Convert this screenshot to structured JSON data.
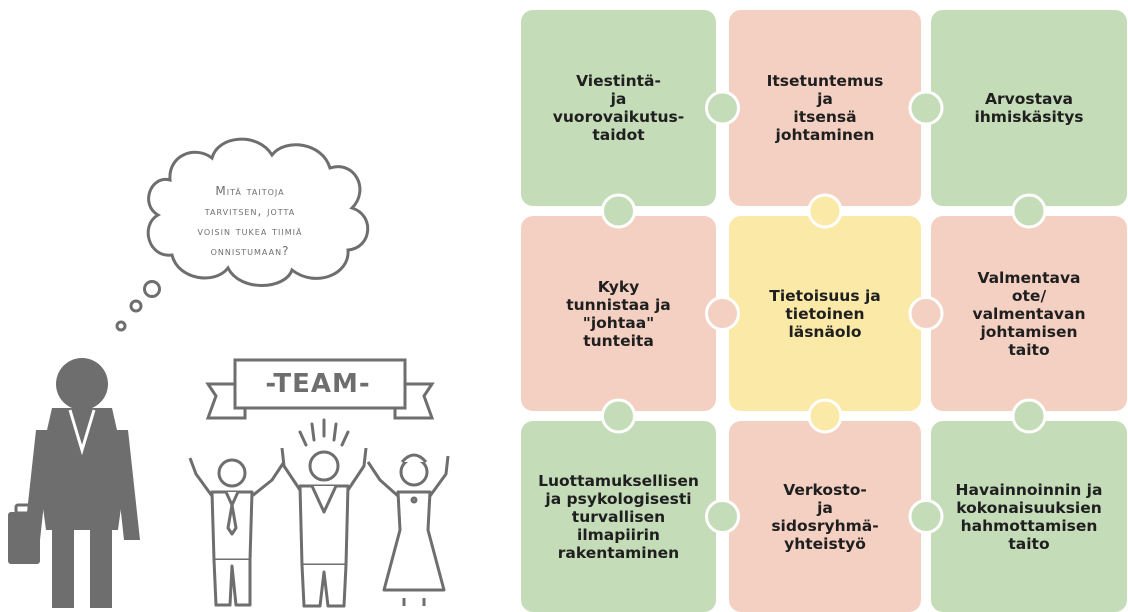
{
  "thought": {
    "text": "Mitä taitoja\ntarvitsen, jotta\nvoisin tukea tiimiä\nonnistumaan?"
  },
  "banner": {
    "text": "-TEAM-"
  },
  "colors": {
    "green": "#c4dcb8",
    "pink": "#f4d0c2",
    "yellow": "#fbe9a8",
    "gray": "#6e6e6e"
  },
  "puzzle": {
    "pieces": [
      {
        "text": "Viestintä-\nja\nvuorovaikutus-\ntaidot",
        "color": "green"
      },
      {
        "text": "Itsetuntemus\nja\nitsensä\njohtaminen",
        "color": "pink"
      },
      {
        "text": "Arvostava\nihmiskäsitys",
        "color": "green"
      },
      {
        "text": "Kyky\ntunnistaa ja\n\"johtaa\"\ntunteita",
        "color": "pink"
      },
      {
        "text": "Tietoisuus ja\ntietoinen\nläsnäolo",
        "color": "yellow"
      },
      {
        "text": "Valmentava\note/\nvalmentavan\njohtamisen\ntaito",
        "color": "pink"
      },
      {
        "text": "Luottamuksellisen\nja psykologisesti\nturvallisen\nilmapiirin\nrakentaminen",
        "color": "green"
      },
      {
        "text": "Verkosto-\nja\nsidosryhmä-\nyhteistyö",
        "color": "pink"
      },
      {
        "text": "Havainnoinnin ja\nkokonaisuuksien\nhahmottamisen\ntaito",
        "color": "green"
      }
    ]
  }
}
